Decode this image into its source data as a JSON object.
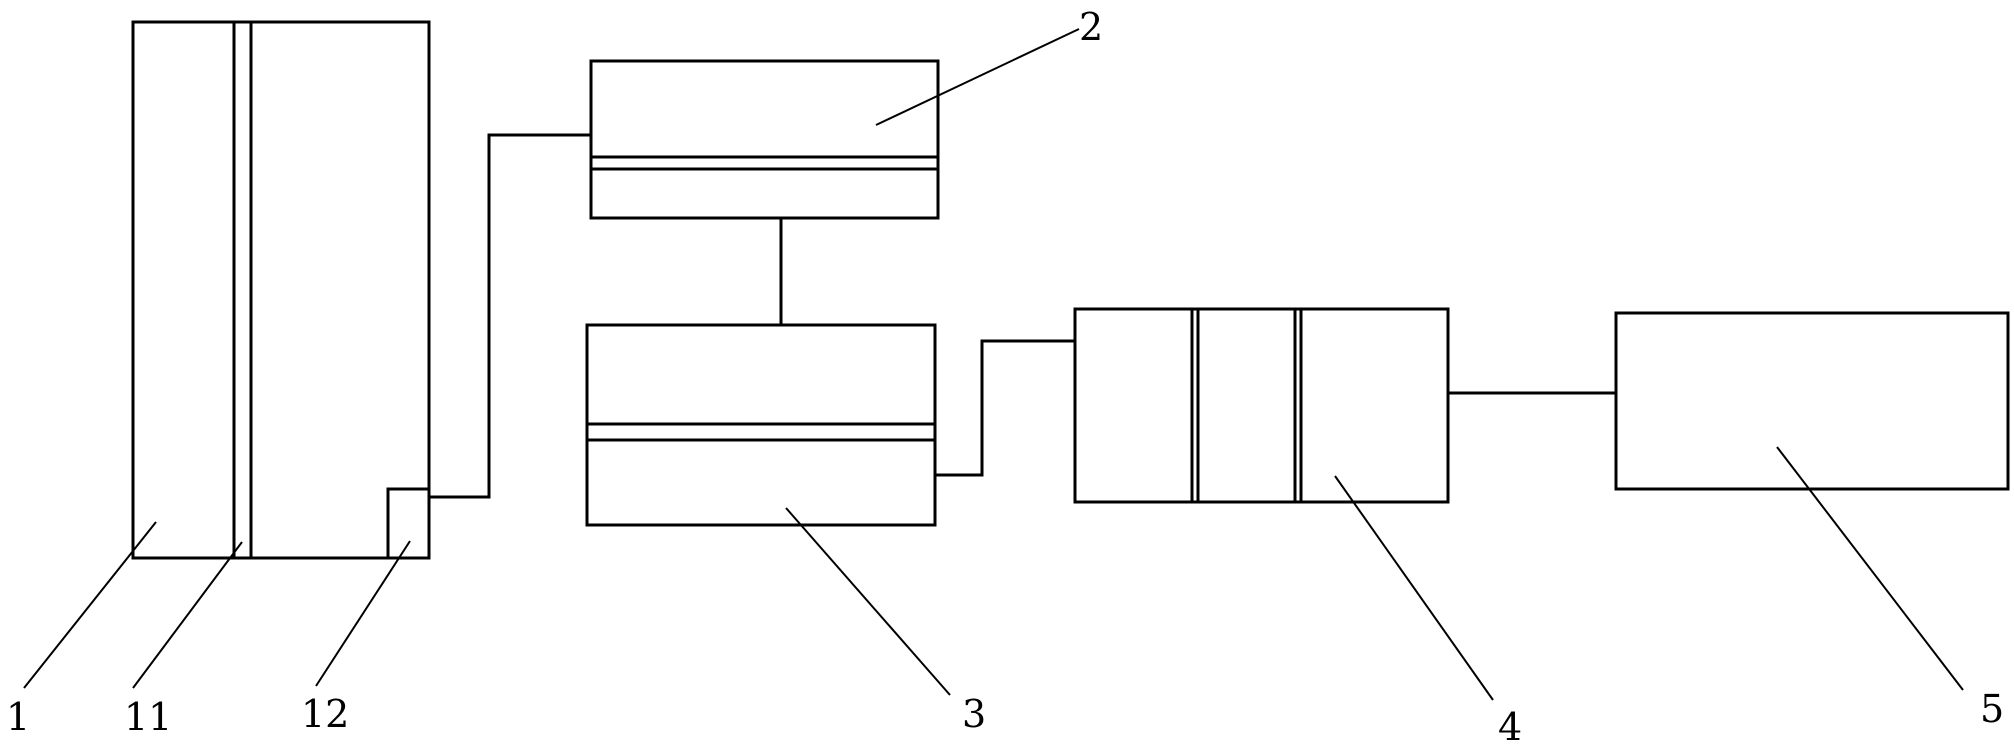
{
  "components": [
    {
      "id": "1",
      "label": "1"
    },
    {
      "id": "11",
      "label": "11"
    },
    {
      "id": "12",
      "label": "12"
    },
    {
      "id": "2",
      "label": "2"
    },
    {
      "id": "3",
      "label": "3"
    },
    {
      "id": "4",
      "label": "4"
    },
    {
      "id": "5",
      "label": "5"
    }
  ],
  "connections": [
    {
      "from": "12",
      "to": "2"
    },
    {
      "from": "2",
      "to": "3"
    },
    {
      "from": "3",
      "to": "4"
    },
    {
      "from": "4",
      "to": "5"
    }
  ]
}
